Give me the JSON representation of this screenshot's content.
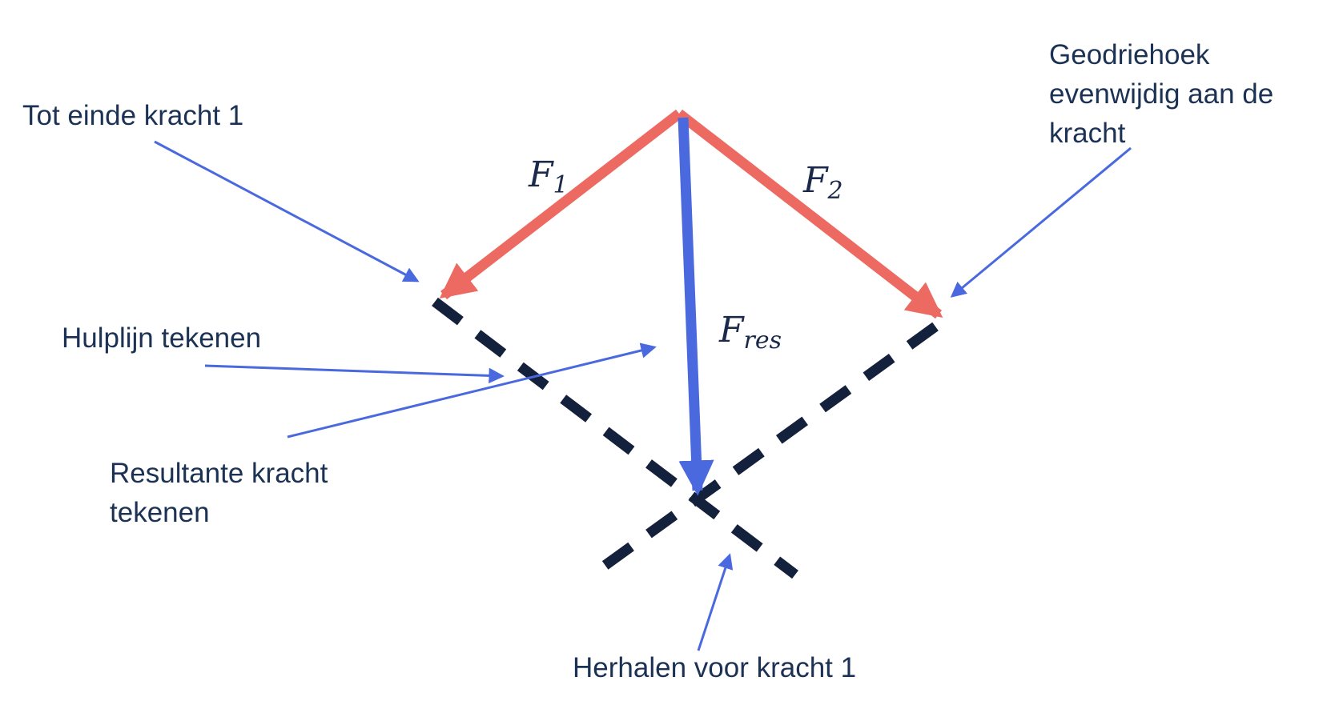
{
  "colors": {
    "force": "#ec6a62",
    "resultant": "#4a69de",
    "annotation": "#4a69de",
    "dashed": "#14213c",
    "text": "#1c3254",
    "background": "#ffffff"
  },
  "force_labels": {
    "f1": {
      "base": "F",
      "sub": "1"
    },
    "f2": {
      "base": "F",
      "sub": "2"
    },
    "fres": {
      "base": "F",
      "sub": "res"
    }
  },
  "annotations": {
    "tot_einde": "Tot einde kracht 1",
    "geodriehoek": "Geodriehoek evenwijdig aan de kracht",
    "hulplijn": "Hulplijn tekenen",
    "resultante": "Resultante kracht tekenen",
    "herhalen": "Herhalen voor kracht 1"
  }
}
